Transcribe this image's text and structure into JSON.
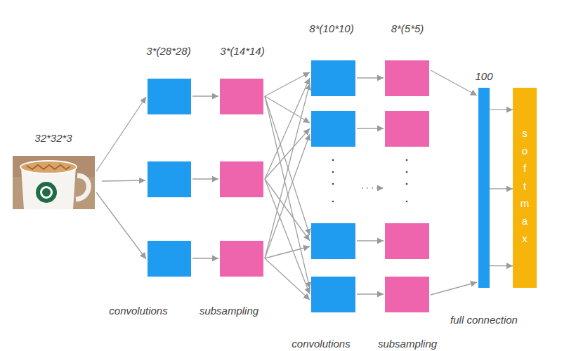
{
  "diagram": {
    "nodes": [
      {
        "text": [
          "100"
        ]
      },
      {
        "text": [
          "softmax"
        ]
      }
    ],
    "edges": [
      {
        "from": 0,
        "to": 1,
        "arrow": "to"
      },
      {
        "from": 0,
        "to": 1,
        "arrow": "to"
      },
      {
        "from": 0,
        "to": 1,
        "arrow": "to"
      }
    ],
    "labels": [
      "32*32*3",
      "3*(28*28)",
      "3*(14*14)",
      "8*(10*10)",
      "8*(5*5)",
      "convolutions",
      "subsampling",
      "convolutions",
      "subsampling",
      "full connection"
    ]
  }
}
